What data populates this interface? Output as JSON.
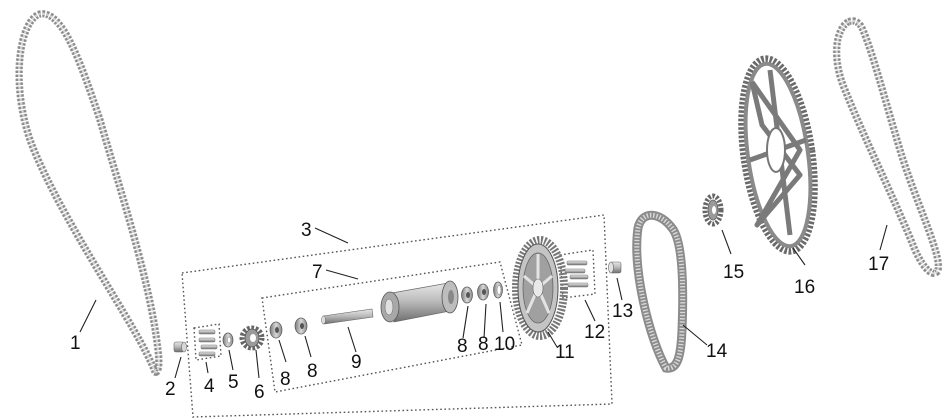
{
  "diagram": {
    "type": "exploded-parts-diagram",
    "subject": "chain and belt drive assembly",
    "callouts": [
      {
        "id": "1",
        "label": "1",
        "part": "drive chain (left)"
      },
      {
        "id": "2",
        "label": "2",
        "part": "spacer"
      },
      {
        "id": "3",
        "label": "3",
        "part": "jackshaft assembly (outer group)"
      },
      {
        "id": "4",
        "label": "4",
        "part": "bolt set"
      },
      {
        "id": "5",
        "label": "5",
        "part": "washer/spacer"
      },
      {
        "id": "6",
        "label": "6",
        "part": "small sprocket"
      },
      {
        "id": "7",
        "label": "7",
        "part": "hub assembly (inner group)"
      },
      {
        "id": "8a",
        "label": "8",
        "part": "bearing"
      },
      {
        "id": "8b",
        "label": "8",
        "part": "bearing"
      },
      {
        "id": "9",
        "label": "9",
        "part": "axle shaft"
      },
      {
        "id": "8c",
        "label": "8",
        "part": "bearing"
      },
      {
        "id": "8d",
        "label": "8",
        "part": "bearing"
      },
      {
        "id": "10",
        "label": "10",
        "part": "seal ring"
      },
      {
        "id": "11",
        "label": "11",
        "part": "belt pulley"
      },
      {
        "id": "12",
        "label": "12",
        "part": "bolt set"
      },
      {
        "id": "13",
        "label": "13",
        "part": "spacer"
      },
      {
        "id": "14",
        "label": "14",
        "part": "toothed drive belt"
      },
      {
        "id": "15",
        "label": "15",
        "part": "front sprocket"
      },
      {
        "id": "16",
        "label": "16",
        "part": "large rear sprocket"
      },
      {
        "id": "17",
        "label": "17",
        "part": "drive chain (right)"
      }
    ],
    "groups": [
      {
        "id": "group-3",
        "label": "3",
        "contains": [
          "4",
          "5",
          "6",
          "7",
          "11",
          "12"
        ]
      },
      {
        "id": "group-7",
        "label": "7",
        "contains": [
          "8",
          "9",
          "10"
        ]
      },
      {
        "id": "group-4",
        "label": "4",
        "contains": [
          "bolts"
        ]
      },
      {
        "id": "group-12",
        "label": "12",
        "contains": [
          "bolts"
        ]
      }
    ],
    "colors": {
      "background": "#ffffff",
      "part_fill": "#b5b5b5",
      "part_dark": "#6e6e6e",
      "part_light": "#e2e2e2",
      "line": "#222222"
    }
  }
}
